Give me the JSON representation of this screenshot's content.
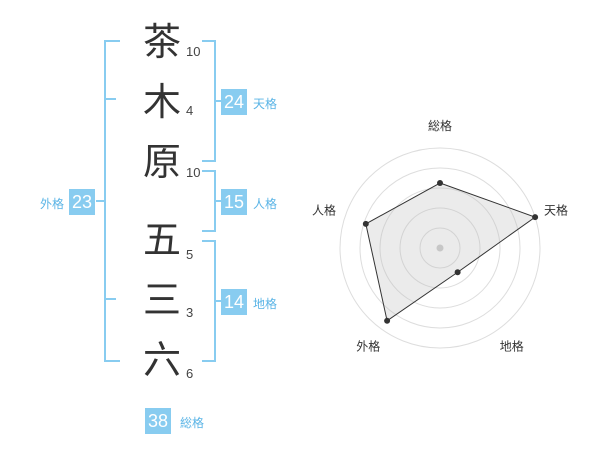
{
  "colors": {
    "accent": "#88ccf0",
    "label": "#5ab4e6",
    "stroke_text": "#444444",
    "char_text": "#333333"
  },
  "name": {
    "characters": [
      {
        "char": "茶",
        "strokes": "10"
      },
      {
        "char": "木",
        "strokes": "4"
      },
      {
        "char": "原",
        "strokes": "10"
      },
      {
        "char": "五",
        "strokes": "5"
      },
      {
        "char": "三",
        "strokes": "3"
      },
      {
        "char": "六",
        "strokes": "6"
      }
    ]
  },
  "kaku": {
    "tenkaku": {
      "value": "24",
      "label": "天格"
    },
    "jinkaku": {
      "value": "15",
      "label": "人格"
    },
    "chikaku": {
      "value": "14",
      "label": "地格"
    },
    "gaikaku": {
      "value": "23",
      "label": "外格"
    },
    "soukaku": {
      "value": "38",
      "label": "総格"
    }
  },
  "chart_data": {
    "type": "radar",
    "axes": [
      "総格",
      "天格",
      "地格",
      "外格",
      "人格"
    ],
    "values": [
      0.65,
      1.0,
      0.3,
      0.9,
      0.78
    ],
    "range": [
      0,
      1
    ],
    "rings": 5
  }
}
